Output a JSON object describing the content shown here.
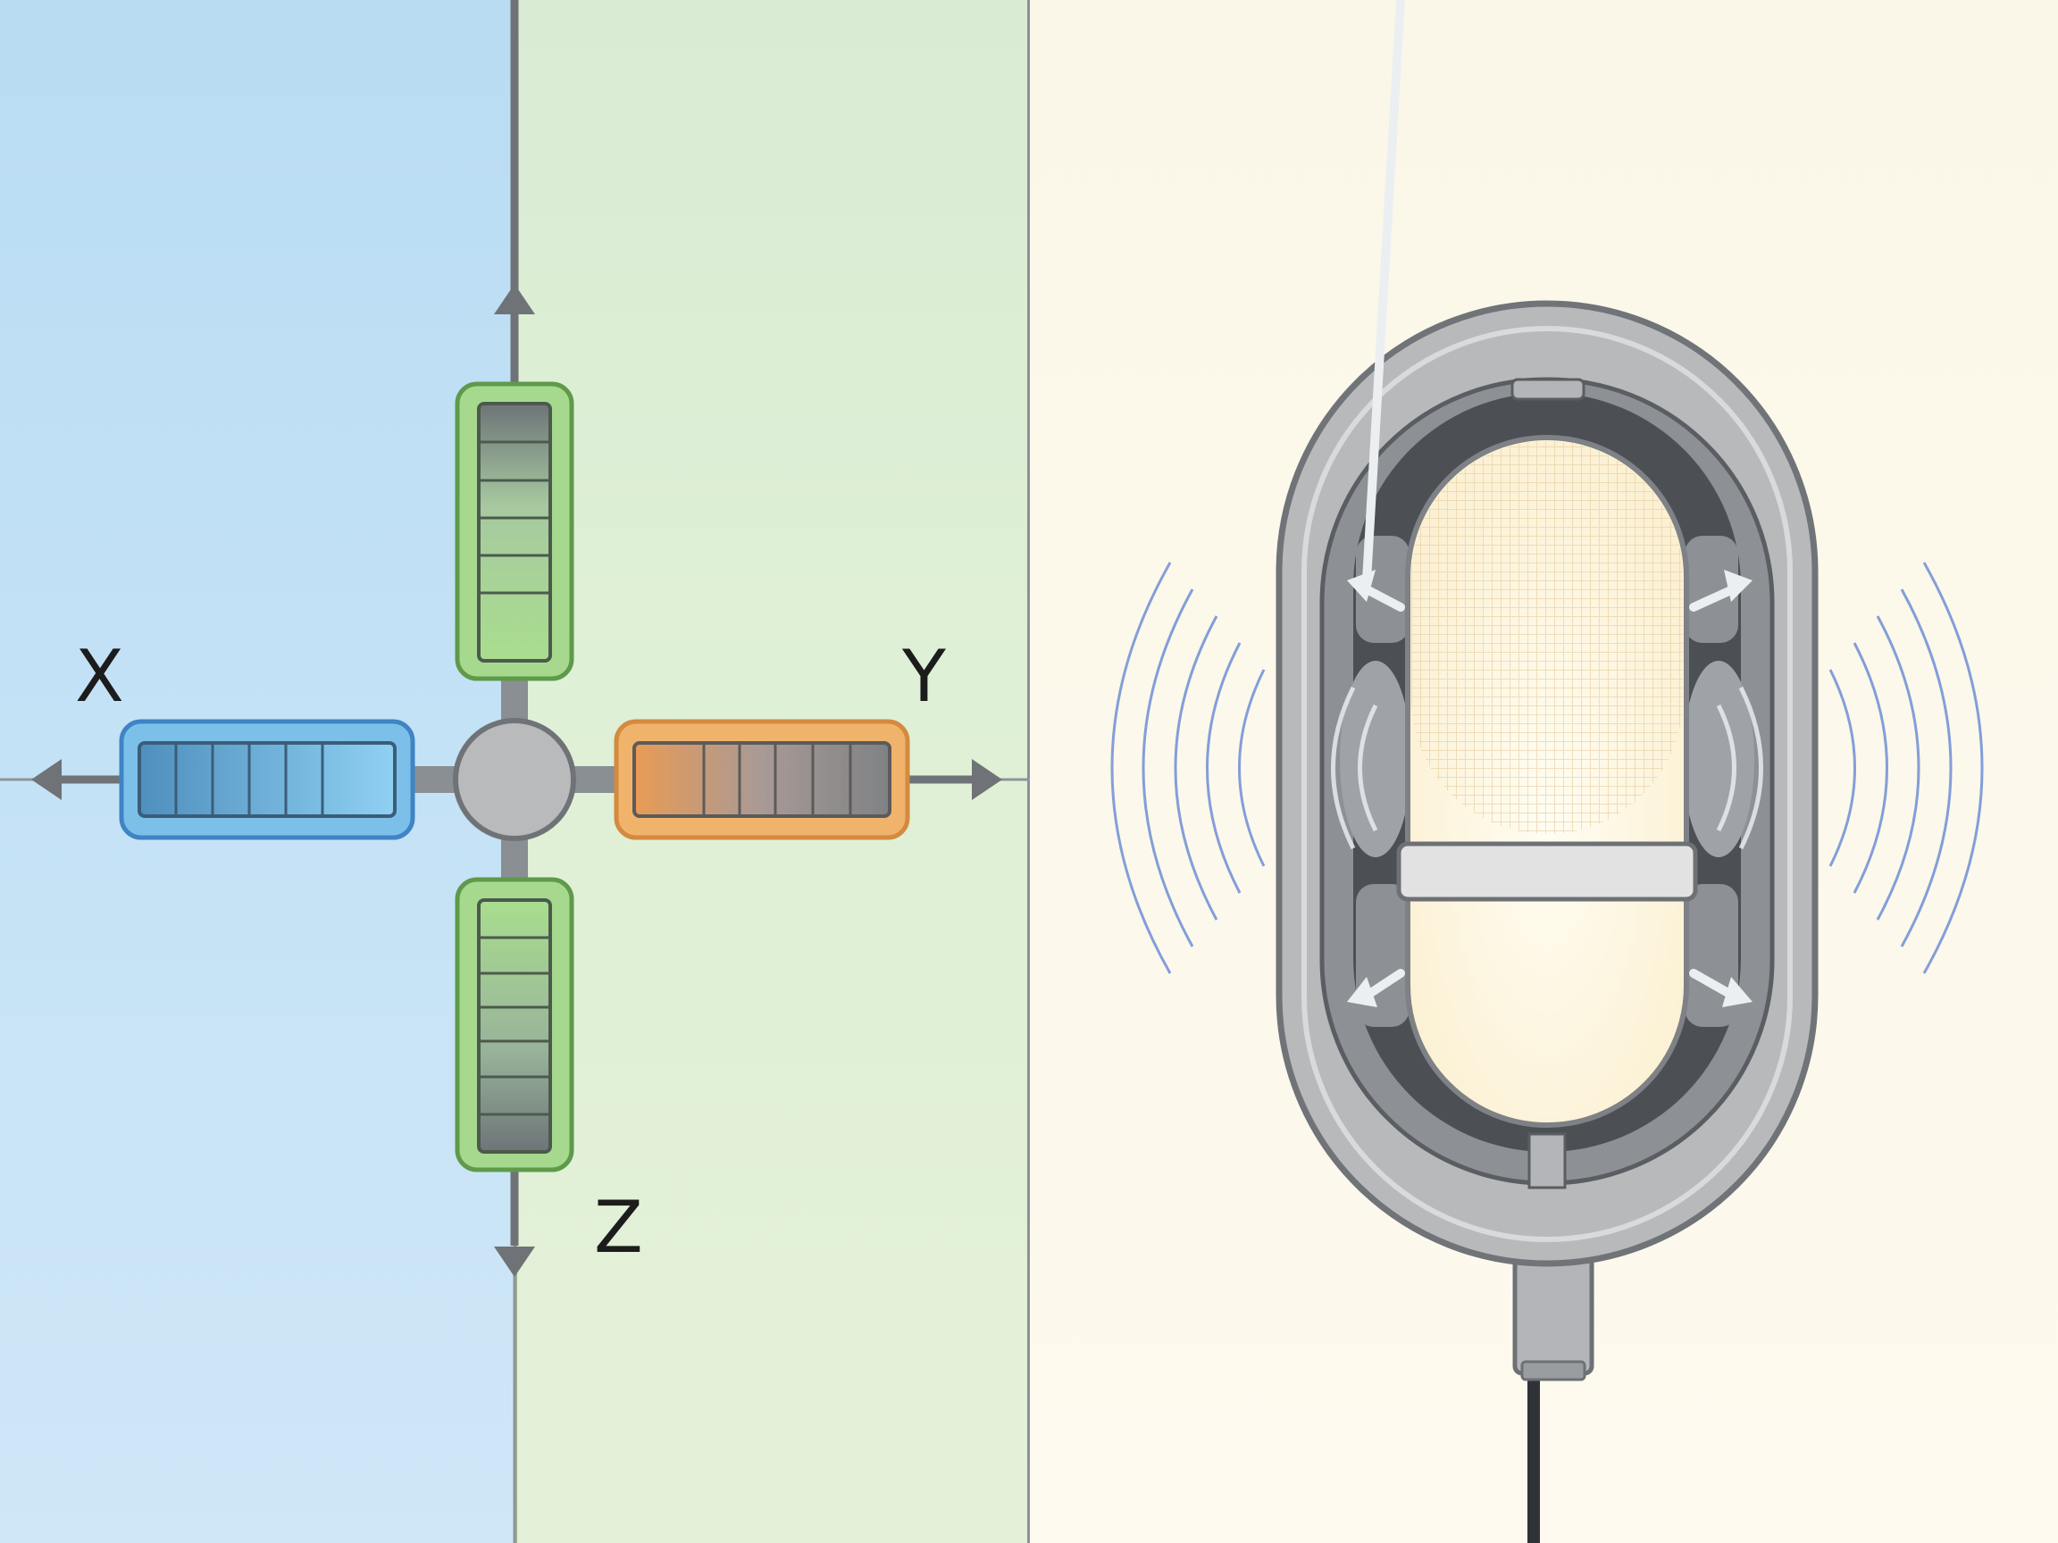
{
  "axes": {
    "x_label": "X",
    "y_label": "Y",
    "z_label": "Z"
  },
  "colors": {
    "panel_left": "#c4e2f6",
    "panel_middle": "#dff0d6",
    "panel_right": "#fdf9ee",
    "x_sensor": "#7cc0ea",
    "y_sensor": "#f0b36b",
    "z_sensor": "#a6d98e",
    "hub": "#b9babc",
    "mic_body": "#b8b9bb",
    "sound_waves": "#6f8fd6"
  },
  "icons": [
    "arrow-up-icon",
    "arrow-down-icon",
    "arrow-left-icon",
    "arrow-right-icon",
    "microphone-icon",
    "sound-wave-icon"
  ]
}
